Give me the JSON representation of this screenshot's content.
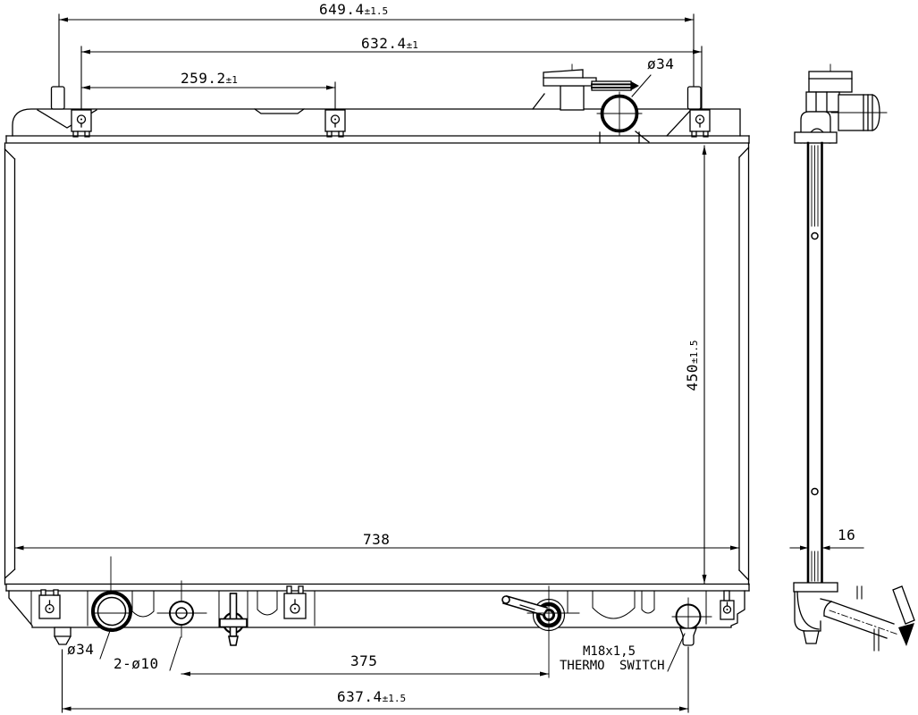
{
  "drawing": {
    "description": "Radiator engineering drawing, front view and side view",
    "colors": {
      "line": "#000000",
      "background": "#ffffff"
    },
    "dims": {
      "pin_span_top": {
        "value": "649.4",
        "tol": "±1.5"
      },
      "bracket_span_top": {
        "value": "632.4",
        "tol": "±1"
      },
      "bracket_pitch_top": {
        "value": "259.2",
        "tol": "±1"
      },
      "inlet_diameter": {
        "value": "ø34"
      },
      "core_height": {
        "value": "450",
        "tol": "±1.5"
      },
      "core_width": {
        "value": "738"
      },
      "core_thickness": {
        "value": "16"
      },
      "outlet_diameter": {
        "value": "ø34"
      },
      "drain_holes": {
        "value": "2-ø10"
      },
      "drain_to_fitting": {
        "value": "375"
      },
      "thermo_thread": {
        "value": "M18x1,5"
      },
      "thermo_name": {
        "value": "THERMO SWITCH"
      },
      "pin_to_switch_span": {
        "value": "637.4",
        "tol": "±1.5"
      }
    }
  }
}
